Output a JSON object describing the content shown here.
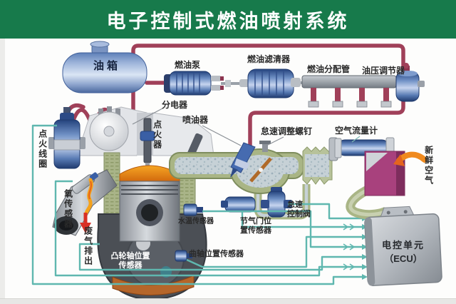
{
  "header": {
    "title": "电子控制式燃油喷射系统"
  },
  "labels": {
    "fuel_tank": "油箱",
    "fuel_pump": "燃油泵",
    "fuel_filter": "燃油滤清器",
    "fuel_rail": "燃油分配管",
    "pressure_regulator": "油压调节器",
    "distributor": "分电器",
    "injector": "喷油器",
    "ignition_coil": "点火线圈",
    "igniter": "点火器",
    "idle_screw": "怠速调整螺钉",
    "air_flow_meter": "空气流量计",
    "fresh_air": "新鲜空气",
    "oxygen_sensor": "氧传感器",
    "exhaust_out": "废气排出",
    "water_temp_sensor": "水温传感器",
    "throttle_position_sensor": "节气门位\n置传感器",
    "idle_control_valve": "怠速\n控制阀",
    "camshaft_sensor": "凸轮轴位置\n传感器",
    "crankshaft_sensor": "曲轴位置传感器",
    "ecu_line1": "电控单元",
    "ecu_line2": "（ECU）"
  },
  "colors": {
    "header_bg": "#177a4b",
    "pipe_color": "#a04059",
    "wire_color": "#5fb7af",
    "olive_color": "#a9b585",
    "magenta_color": "#a8417d",
    "component_blue": "#3a5fa5",
    "exhaust_arrow": "#d93025",
    "fresh_air_arrow": "#f08a1e"
  }
}
